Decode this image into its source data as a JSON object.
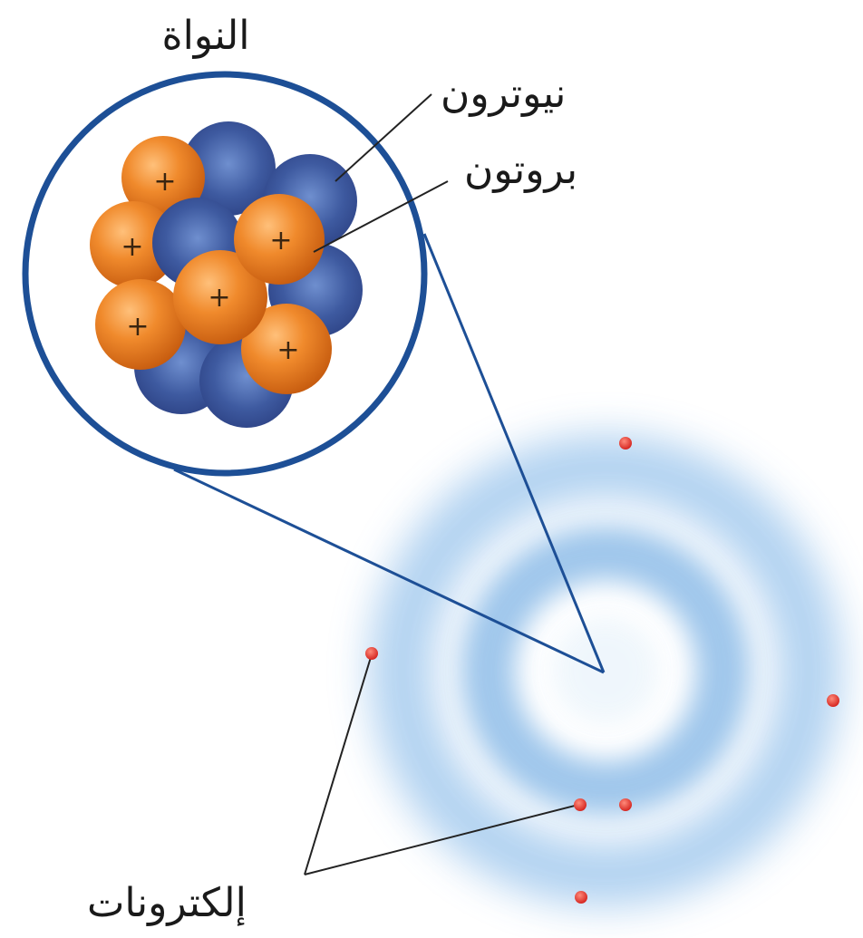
{
  "labels": {
    "nucleus": "النواة",
    "neutron": "نيوترون",
    "proton": "بروتون",
    "electrons": "إلكترونات"
  },
  "symbols": {
    "proton_charge": "+"
  },
  "colors": {
    "proton": "#e8761f",
    "neutron": "#3b5699",
    "magnifier_ring": "#1d4f96",
    "electron_cloud": "#9cc6ea",
    "electron": "#e5322d",
    "leader_line": "#222222"
  }
}
